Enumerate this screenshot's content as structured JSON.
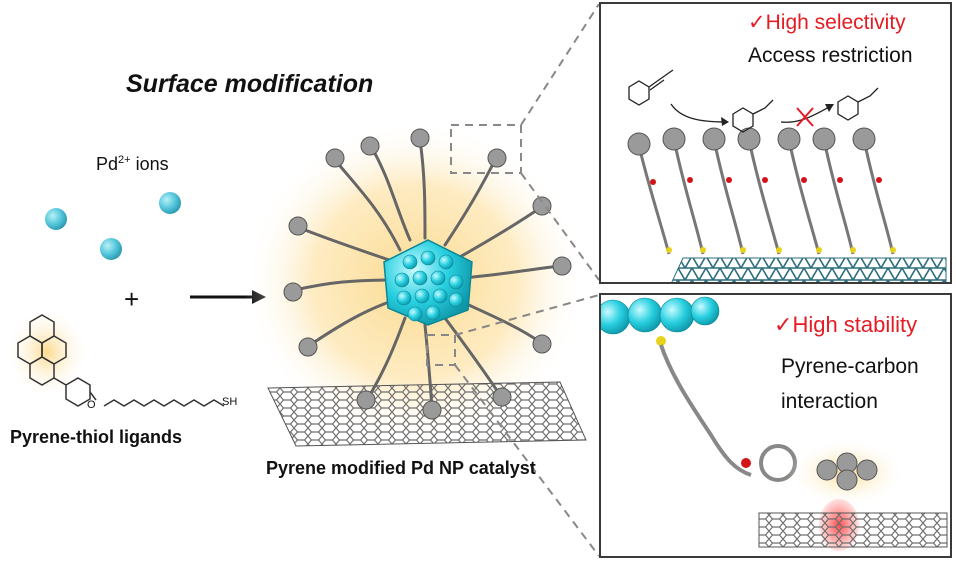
{
  "title": "Surface modification",
  "reactants": {
    "pd_ions_label": "Pd",
    "pd_ions_charge": "2+",
    "pd_ions_suffix": " ions",
    "plus": "+",
    "ligand_label": "Pyrene-thiol ligands",
    "ligand_o": "O",
    "ligand_sh": "SH"
  },
  "product": {
    "label": "Pyrene modified  Pd NP catalyst"
  },
  "panel_selectivity": {
    "check": "✓",
    "heading": "High selectivity",
    "description": "Access restriction"
  },
  "panel_stability": {
    "check": "✓",
    "heading": "High stability",
    "line1": "Pyrene-carbon",
    "line2": "interaction"
  },
  "colors": {
    "pd_ion": "#4fc3d9",
    "nanoparticle": "#27cfe0",
    "glow": "#fbd889",
    "graphene": "#7d7d7d",
    "graphene_panel": "#2c6e7e",
    "accent_red": "#e51c23",
    "sulfur": "#e8d21a",
    "oxygen": "#d2141a"
  }
}
